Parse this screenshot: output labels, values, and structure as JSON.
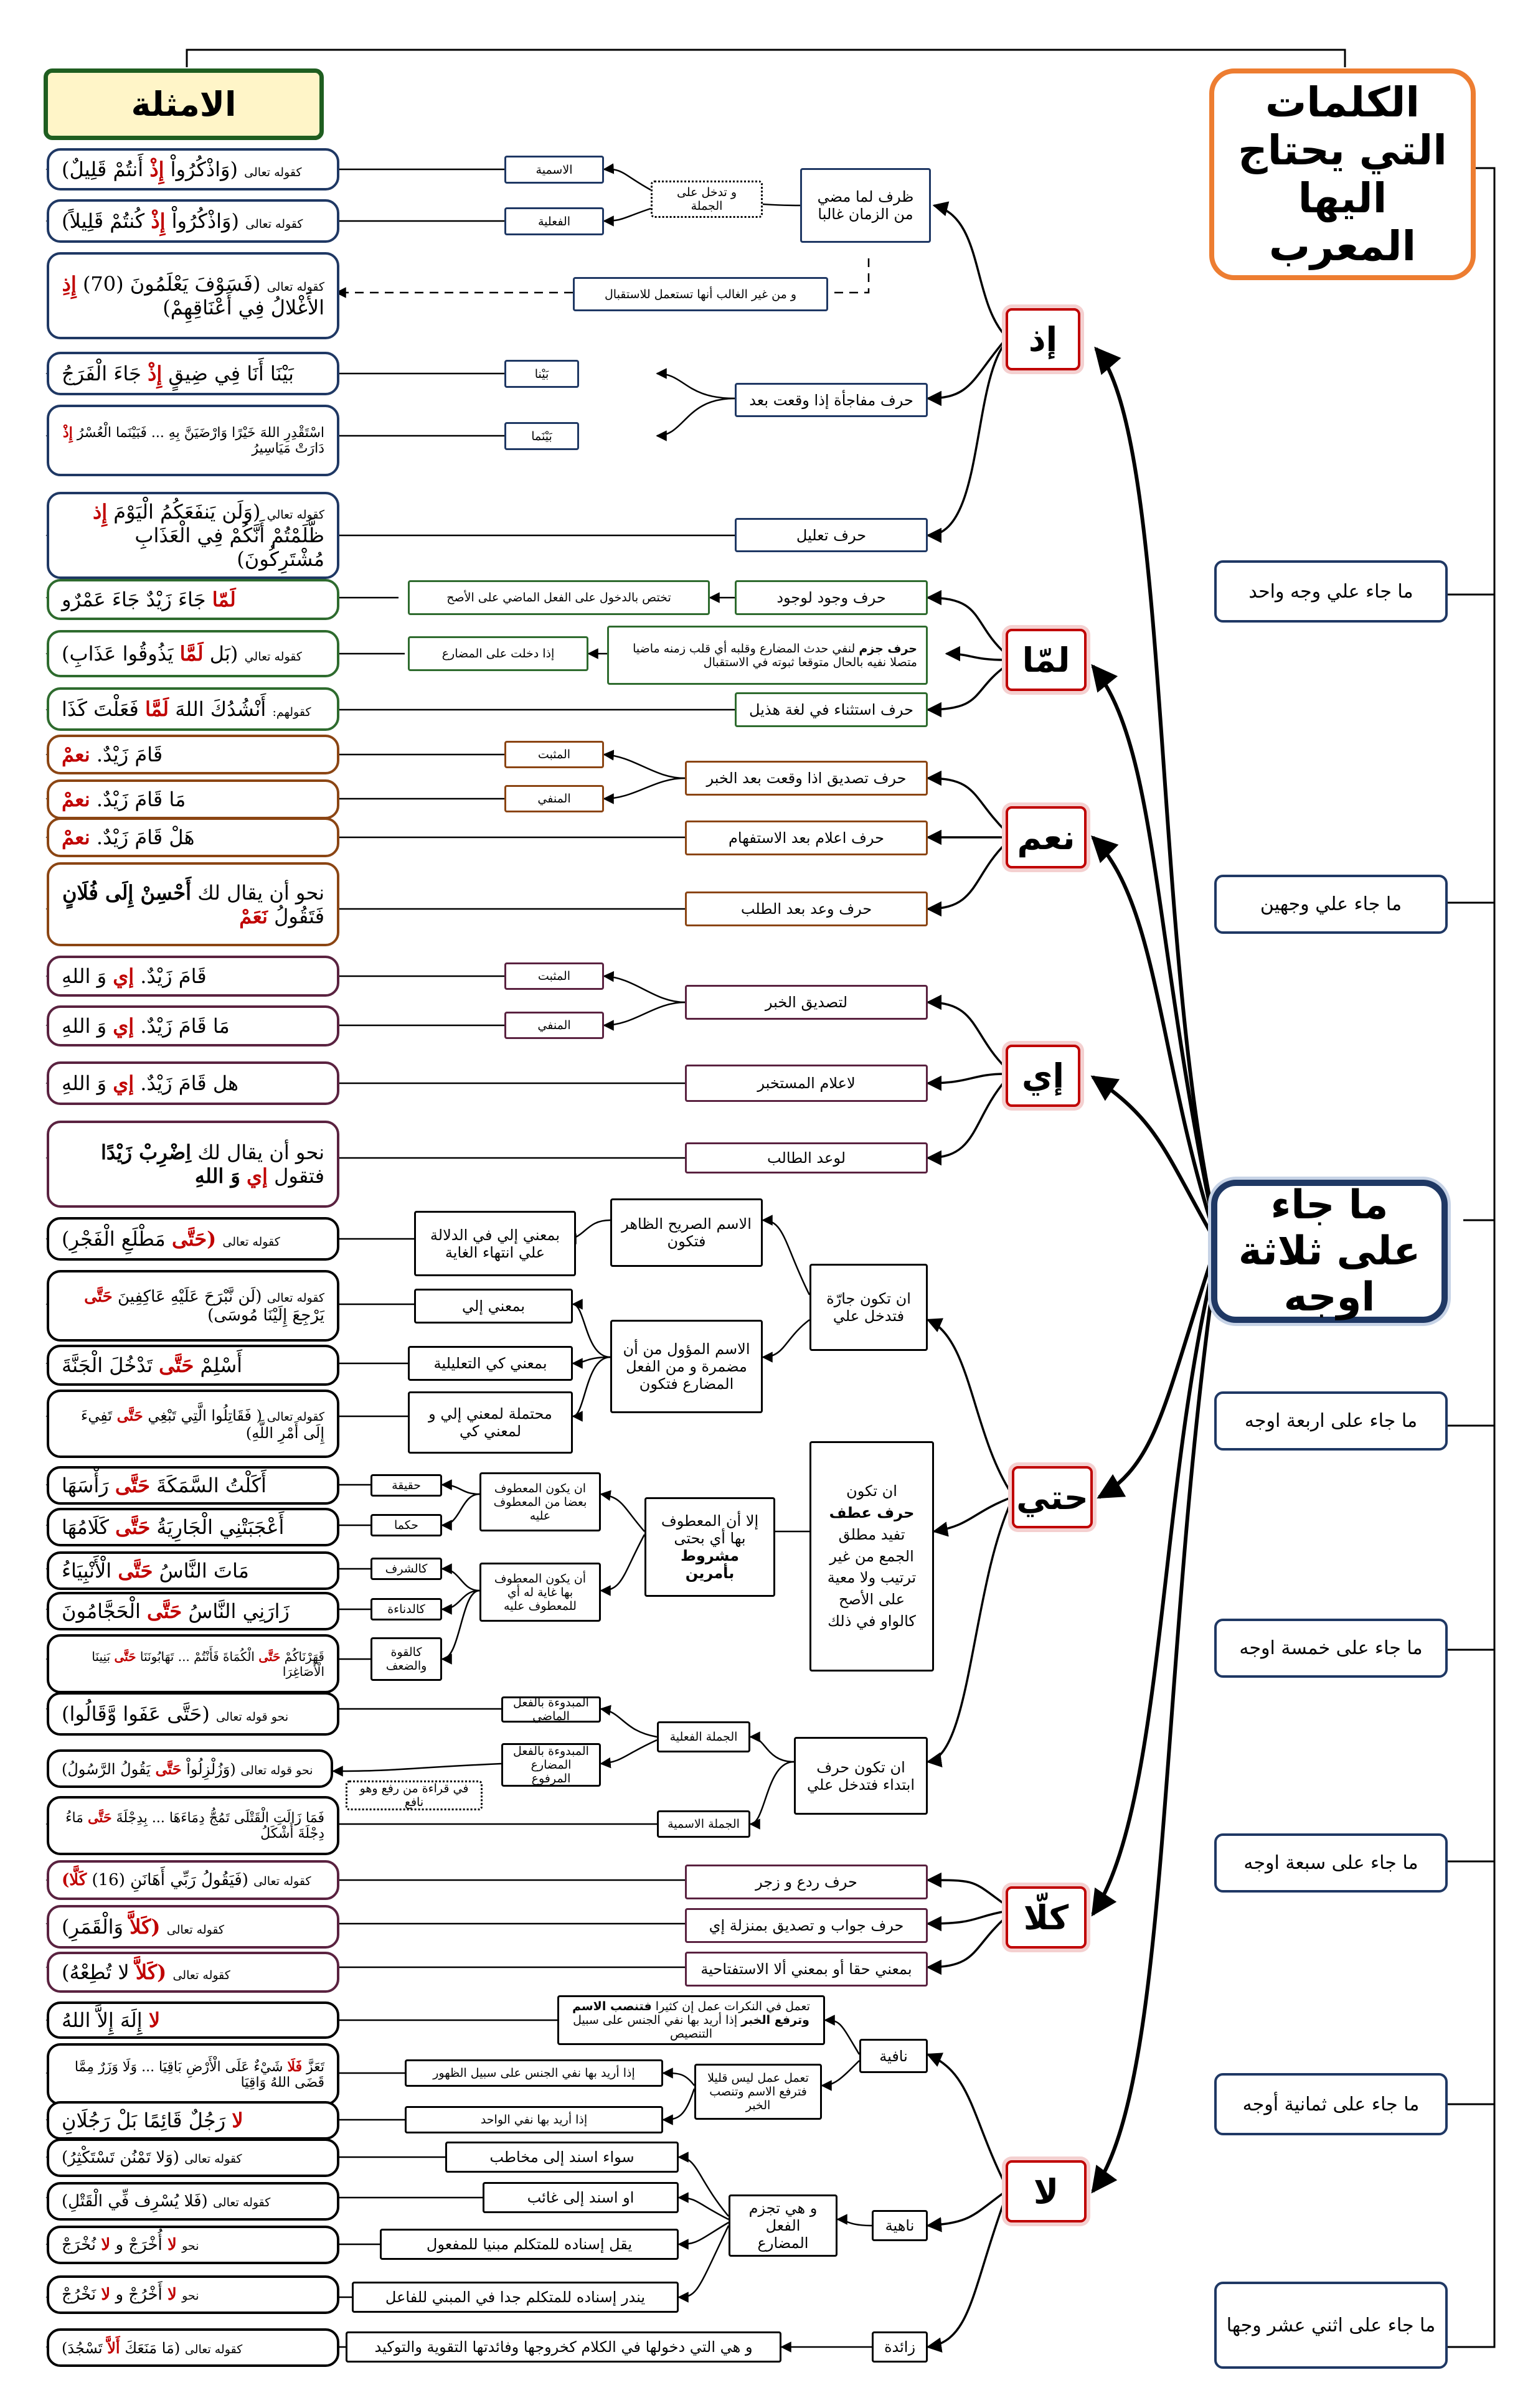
{
  "title": "الكلمات التي يحتاج اليها المعرب",
  "examples_header": "الامثلة",
  "main_node": "ما جاء على ثلاثة اوجه",
  "groups": [
    "ما جاء علي وجه واحد",
    "ما جاء علي وجهين",
    "ما جاء على اربعة اوجه",
    "ما جاء على خمسة اوجه",
    "ما جاء على سبعة اوجه",
    "ما جاء على ثمانية أوجه",
    "ما جاء على اثني عشر وجها"
  ],
  "words": [
    "إذ",
    "لمّا",
    "نعم",
    "إي",
    "حتي",
    "كلّا",
    "لا"
  ],
  "idh": {
    "n1": "ظرف لما مضي من الزمان غالبا",
    "enter": "و تدخل على الجملة",
    "ism": "الاسمية",
    "fiil": "الفعلية",
    "future": "و من غير الغالب أنها تستعمل للاستقبال",
    "n2": "حرف مفاجأة إذا وقعت بعد",
    "bayna": "بَيْنا",
    "baynama": "بَيْنَما",
    "n3": "حرف تعليل",
    "ex1a": "كقوله تعالى",
    "ex1b": "(وَاذْكُرُواْ",
    "ex1c": "إِذْ",
    "ex1d": "أَنتُمْ قَلِيلٌ)",
    "ex2a": "كقوله تعالى",
    "ex2b": "(وَاذْكُرُواْ",
    "ex2c": "إِذْ",
    "ex2d": "كُنتُمْ قَلِيلاً)",
    "ex3a": "كقوله تعالى",
    "ex3b": "(فَسَوْفَ يَعْلَمُونَ (70)",
    "ex3c": "إِذِ",
    "ex3d": "الأَغْلالُ فِي أَعْنَاقِهِمْ)",
    "ex4a": "بَيْنَا أَنَا فِي ضِيقٍ",
    "ex4b": "إِذْ",
    "ex4c": "جَاءَ الْفَرَجُ",
    "ex5a": "اسْتَقْدِرِ اللهَ خَيْرًا وَارْضَيَنَّ بِهِ ... فَبَيْنَما الْعُسْرُ",
    "ex5b": "إِذْ",
    "ex5c": "دَارَتْ مَيَاسِيرُ",
    "ex6a": "كقوله تعالي",
    "ex6b": "(وَلَن يَنفَعَكُمُ الْيَوْمَ",
    "ex6c": "إِذ",
    "ex6d": "ظَّلَمْتُمْ أَنَّكُمْ فِي الْعَذَابِ مُشْتَرِكُونَ)"
  },
  "lamma": {
    "n1": "حرف وجود لوجود",
    "n1d": "تختص بالدخول على الفعل الماضي على الأصح",
    "n2a": "حرف جزم",
    "n2b": "لنفي حدث المضارع وقلبه أي قلب زمنه ماضيا متصلا نفيه بالحال متوقعا ثبوته في الاستقبال",
    "n2d": "إذا دخلت على المضارع",
    "n3": "حرف استثناء في لغة هذيل",
    "ex1a": "لَمّا",
    "ex1b": "جَاءَ زَيْدٌ جَاءَ عَمْرٌو",
    "ex2a": "كقوله تعالي",
    "ex2b": "(بَل",
    "ex2c": "لَمَّا",
    "ex2d": "يَذُوقُوا عَذَابِ)",
    "ex3a": "كقولهم:",
    "ex3b": "أَنْشُدُكَ اللهَ",
    "ex3c": "لَمَّا",
    "ex3d": "فَعَلْتَ كَذَا"
  },
  "naam": {
    "n1": "حرف تصديق اذا وقعت بعد الخبر",
    "muthbat": "المثبت",
    "manfi": "المنفي",
    "n2": "حرف اعلام بعد الاستفهام",
    "n3": "حرف وعد بعد الطلب",
    "ex1a": "قَامَ زَيْدٌ.",
    "ex1b": "نعمْ",
    "ex2a": "مَا قَامَ زَيْدٌ.",
    "ex2b": "نعمْ",
    "ex3a": "هَلْ قَامَ زَيْدٌ.",
    "ex3b": "نعمْ",
    "ex4a": "نحو أن يقال لك",
    "ex4b": "أَحْسِنْ إِلَى فُلَانٍ",
    "ex4c": "فَتَقُولُ",
    "ex4d": "نَعَمْ"
  },
  "ee": {
    "n1": "لتصديق الخبر",
    "muthbat": "المثبت",
    "manfi": "المنفي",
    "n2": "لاعلام المستخبر",
    "n3": "لوعد الطالب",
    "ex1a": "قَامَ زَيْدٌ.",
    "ex1b": "إي",
    "ex1c": "وَ اللهِ",
    "ex2a": "مَا قَامَ زَيْدٌ.",
    "ex2b": "إي",
    "ex2c": "وَ اللهِ",
    "ex3a": "هل قَامَ زَيْدٌ.",
    "ex3b": "إي",
    "ex3c": "وَ اللهِ",
    "ex4a": "نحو أن يقال لك",
    "ex4b": "اِضْرِبْ زَيْدًا",
    "ex4c": "فتقول",
    "ex4d": "إي",
    "ex4e": "وَ اللهِ"
  },
  "hatta": {
    "jarra": "ان تكون جارّة فتدخل علي",
    "sarih": "الاسم الصريح الظاهر فتكون",
    "ila_ghaya": "بمعني إلي في الدلالة علي انتهاء الغاية",
    "muawwal": "الاسم المؤول من أن مضمرة و من الفعل المضارع فتكون",
    "ila": "بمعني إلي",
    "kay": "بمعني كي التعليلية",
    "both": "محتملة لمعني إلي و لمعني كي",
    "atf_title": "ان تكون",
    "atf_bold": "حرف عطف",
    "atf_rest": "تفيد مطلق الجمع من غير ترتيب ولا معية على الأصح كالواو في ذلك",
    "cond_a": "إلا أن المعطوف بها أي بحتى",
    "cond_b": "مشروط بأمرين",
    "cond1": "ان يكون المعطوف بعضا من المعطوف عليه",
    "cond2": "أن يكون المعطوف بها غاية له أي للمعطوف عليه",
    "haqiqa": "حقيقة",
    "hukman": "حكما",
    "sharaf": "كالشرف",
    "dana": "كالدناءة",
    "quwwa": "كالقوة والضعف",
    "ibtida": "ان تكون حرف ابتداء فتدخل علي",
    "jfi": "الجملة الفعلية",
    "jism": "الجملة الاسمية",
    "madi": "المبدوءة بالفعل الماضي",
    "mudari": "المبدوءة بالفعل المضارع المرفوع",
    "qiraa": "في قراءة من رفع وهو نافع",
    "ex1a": "كقوله تعالى",
    "ex1b": "(حَتَّى",
    "ex1c": "مَطْلَعِ الْفَجْرِ)",
    "ex2a": "كقوله تعالى",
    "ex2b": "(لَن نَّبْرَحَ عَلَيْهِ عَاكِفِينَ",
    "ex2c": "حَتَّى",
    "ex2d": "يَرْجِعَ إِلَيْنَا مُوسَى)",
    "ex3a": "أَسْلِمْ",
    "ex3b": "حَتَّى",
    "ex3c": "تَدْخُلَ الْجَنَّةَ",
    "ex4a": "كقوله تعالى",
    "ex4b": "( فَقَاتِلُوا الَّتِي تَبْغِي",
    "ex4c": "حَتَّى",
    "ex4d": "تَفِيءَ إِلَى أَمْرِ اللَّهِ)",
    "ex5a": "أَكَلْتُ السَّمَكَةَ",
    "ex5b": "حَتَّى",
    "ex5c": "رَأْسَهَا",
    "ex6a": "أَعْجَبَتْنِي الْجَارِيَةُ",
    "ex6b": "حَتَّى",
    "ex6c": "كَلَامُهَا",
    "ex7a": "مَاتَ النَّاسُ",
    "ex7b": "حَتَّى",
    "ex7c": "الْأَنْبِيَاءُ",
    "ex8a": "زَارَنِي النَّاسُ",
    "ex8b": "حَتَّى",
    "ex8c": "الْحَجَّامُونَ",
    "ex9a": "قَهَرْنَاكُمْ",
    "ex9b": "حَتَّى",
    "ex9c": "الْكُمَاةَ فَأَنْتُمْ ... تَهَابُونَنَا",
    "ex9d": "حَتَّى",
    "ex9e": "بَنِينَا الْأَصَاغِرَا",
    "ex10a": "نحو قوله تعالى",
    "ex10b": "(حَتَّى",
    "ex10c": "عَفَوا وَّقَالُوا)",
    "ex11a": "نحو قوله تعالى",
    "ex11b": "(وَزُلْزِلُواْ",
    "ex11c": "حَتَّى",
    "ex11d": "يَقُولُ الرَّسُولُ)",
    "ex12a": "فَمَا زَالَتِ الْقَتْلَى تَمُجُّ دِمَاءَهَا ... بِدِجْلَةَ",
    "ex12b": "حَتَّى",
    "ex12c": "مَاءُ دِجْلَةَ أَشْكَلُ"
  },
  "kalla": {
    "n1": "حرف ردع و زجر",
    "n2": "حرف جواب و تصديق بمنزلة إي",
    "n3": "بمعني حقا أو بمعني ألا الاستفتاحية",
    "ex1a": "كقوله تعالى",
    "ex1b": "(فَيَقُولُ رَبِّي أَهَانَنِ (16)",
    "ex1c": "كَلَّا)",
    "ex2a": "كقوله تعالى",
    "ex2b": "(كَلاَّ",
    "ex2c": "وَالْقَمَرِ)",
    "ex3a": "كقوله تعالى",
    "ex3b": "(كَلاَّ",
    "ex3c": "لا تُطِعْهُ)"
  },
  "la": {
    "nafiya": "نافية",
    "inna_a": "تعمل في النكرات عمل إن كثيرا",
    "inna_b": "فتنصب الاسم وترفع الخبر",
    "inna_c": "إذا أريد بها نفي الجنس على سبيل التنصيص",
    "laysa": "تعمل عمل ليس قليلا فترفع الاسم وتنصب الخبر",
    "zuhur": "إذا أريد بها نفي الجنس على سبيل الظهور",
    "wahid": "إذا أريد بها نفي الواحد",
    "nahiya": "ناهية",
    "jazm": "و هي تجزم الفعل المضارع",
    "mukhatab": "سواء اسند إلى مخاطب",
    "ghaib": "او اسند إلى غائب",
    "mafool": "يقل إسناده للمتكلم مبنيا للمفعول",
    "fail": "يندر إسناده للمتكلم جدا في المبني للفاعل",
    "zaida": "زائدة",
    "zaida_d": "و هي التي دخولها في الكلام كخروجها وفائدتها التقوية والتوكيد",
    "ex1a": "لا",
    "ex1b": "إِلَهَ إِلاَّ اللهُ",
    "ex2a": "تَعَزَّ",
    "ex2b": "فَلَا",
    "ex2c": "شَيْءٌ عَلَى الْأَرْضِ بَاقِيَا ... وَلَا",
    "ex2d": "وَزَرٌ مِمَّا قَضَى اللهُ وَاقِيَا",
    "ex3a": "لا",
    "ex3b": "رَجُلٌ قَائِمًا بَلْ رَجُلَانِ",
    "ex4a": "كقوله تعالى",
    "ex4b": "(وَلا",
    "ex4c": "تَمْنُن تَسْتَكْثِرُ)",
    "ex5a": "كقوله تعالى",
    "ex5b": "(فَلا",
    "ex5c": "يُسْرِف فِّي الْقَتْلِ)",
    "ex6a": "نحو",
    "ex6b": "لا",
    "ex6c": "أُخْرَجْ و",
    "ex6d": "لا",
    "ex6e": "نُخْرَجْ",
    "ex7a": "نحو",
    "ex7b": "لا",
    "ex7c": "أَخْرُجْ و",
    "ex7d": "لا",
    "ex7e": "نَخْرُجْ",
    "ex8a": "كقوله تعالى",
    "ex8b": "(مَا مَنَعَكَ",
    "ex8c": "أَلاَّ",
    "ex8d": "تَسْجُدَ)"
  }
}
